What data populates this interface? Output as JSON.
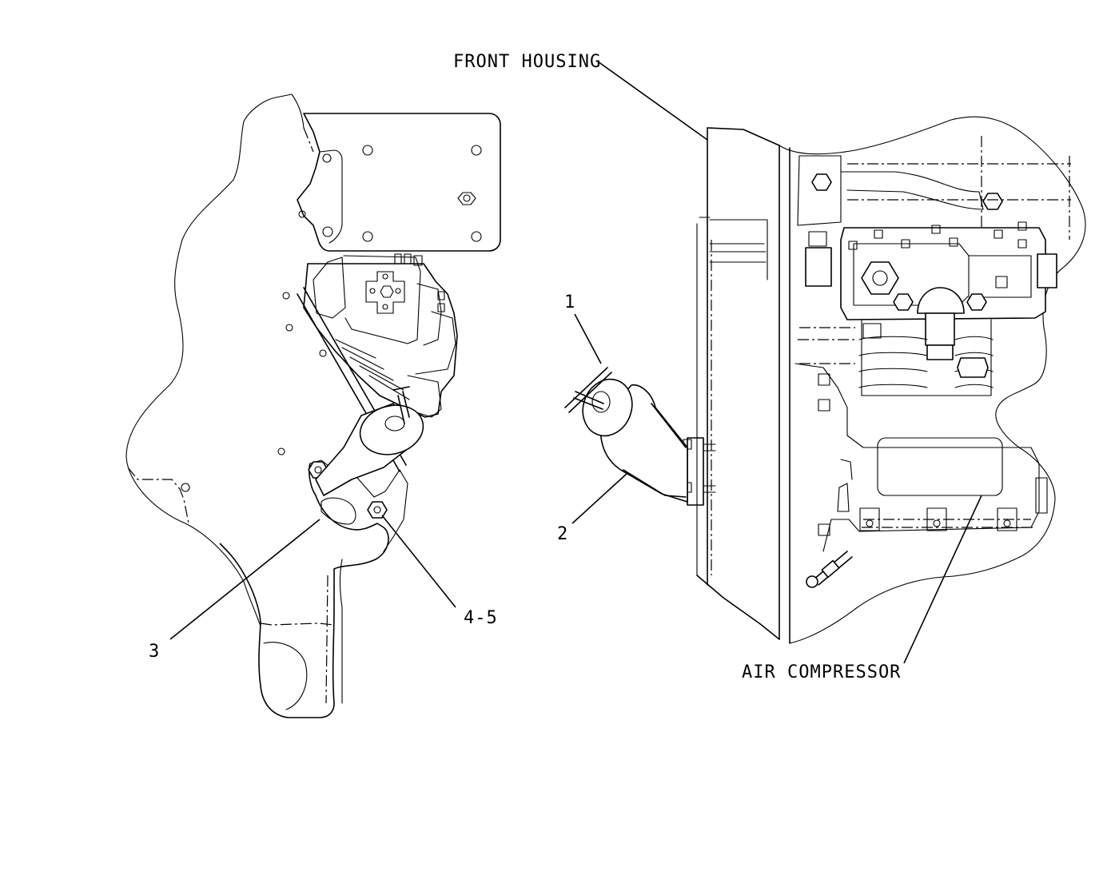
{
  "labels": {
    "front_housing": "FRONT HOUSING",
    "air_compressor": "AIR COMPRESSOR",
    "callout_1": "1",
    "callout_2": "2",
    "callout_3": "3",
    "callout_4_5": "4-5"
  }
}
